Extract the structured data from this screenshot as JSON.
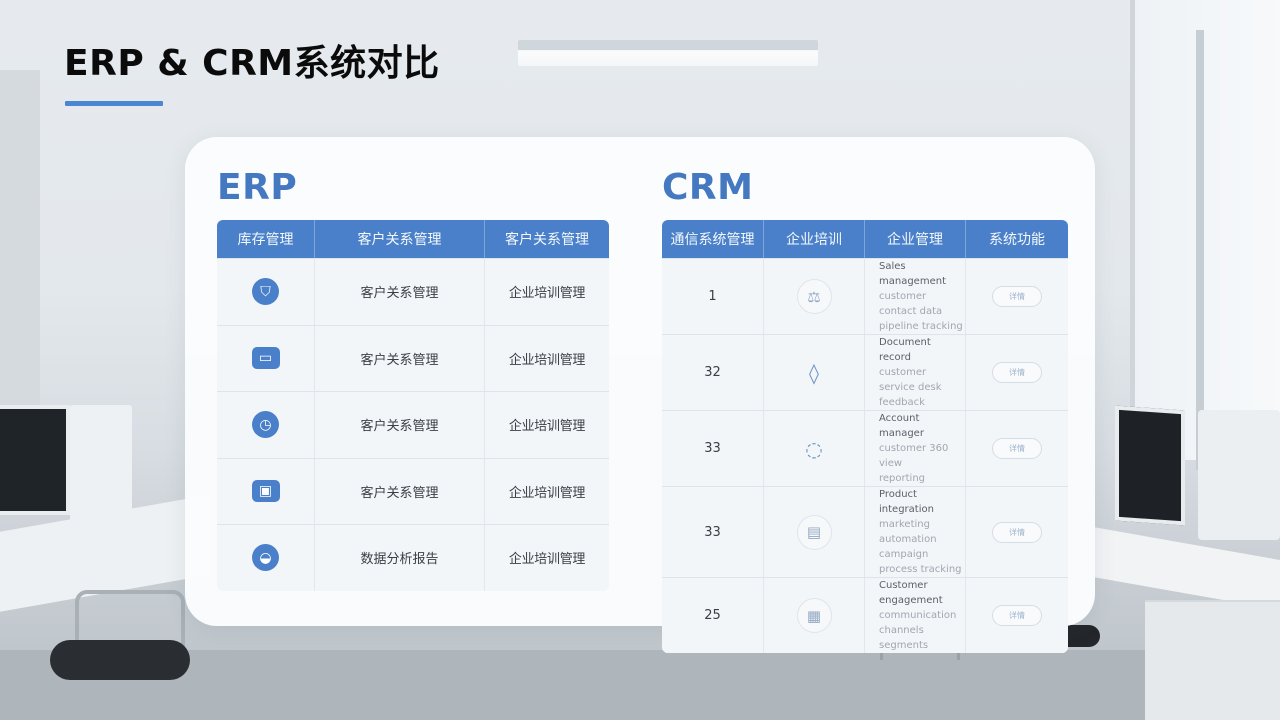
{
  "page": {
    "title": "ERP & CRM系统对比",
    "accent_color": "#4a86d1"
  },
  "erp": {
    "title": "ERP",
    "headers": [
      "库存管理",
      "客户关系管理",
      "客户关系管理"
    ],
    "rows": [
      {
        "icon": "shield-icon",
        "icon_glyph": "⛉",
        "icon_shape": "round",
        "feature": "客户关系管理",
        "detail": "企业培训管理"
      },
      {
        "icon": "message-icon",
        "icon_glyph": "▭",
        "icon_shape": "square",
        "feature": "客户关系管理",
        "detail": "企业培训管理"
      },
      {
        "icon": "clock-icon",
        "icon_glyph": "◷",
        "icon_shape": "round",
        "feature": "客户关系管理",
        "detail": "企业培训管理"
      },
      {
        "icon": "book-icon",
        "icon_glyph": "▣",
        "icon_shape": "square",
        "feature": "客户关系管理",
        "detail": "企业培训管理"
      },
      {
        "icon": "chat-icon",
        "icon_glyph": "◒",
        "icon_shape": "round",
        "feature": "数据分析报告",
        "detail": "企业培训管理"
      }
    ]
  },
  "crm": {
    "title": "CRM",
    "headers": [
      "通信系统管理",
      "企业培训",
      "企业管理",
      "系统功能"
    ],
    "rows": [
      {
        "value": "1",
        "icon": "scale-icon",
        "icon_glyph": "⚖",
        "icon_style": "circle",
        "desc": [
          "Sales management",
          "customer contact data",
          "pipeline tracking"
        ],
        "button": "详情"
      },
      {
        "value": "32",
        "icon": "drop-icon",
        "icon_glyph": "◊",
        "icon_style": "bare",
        "desc": [
          "Document record",
          "customer service desk",
          "feedback"
        ],
        "button": "详情"
      },
      {
        "value": "33",
        "icon": "leaf-icon",
        "icon_glyph": "◌",
        "icon_style": "bare",
        "desc": [
          "Account manager",
          "customer 360 view",
          "reporting"
        ],
        "button": "详情"
      },
      {
        "value": "33",
        "icon": "document-icon",
        "icon_glyph": "▤",
        "icon_style": "circle",
        "desc": [
          "Product integration",
          "marketing automation",
          "campaign process tracking"
        ],
        "button": "详情"
      },
      {
        "value": "25",
        "icon": "monitor-icon",
        "icon_glyph": "▦",
        "icon_style": "circle",
        "desc": [
          "Customer engagement",
          "communication channels",
          "segments"
        ],
        "button": "详情"
      }
    ]
  }
}
